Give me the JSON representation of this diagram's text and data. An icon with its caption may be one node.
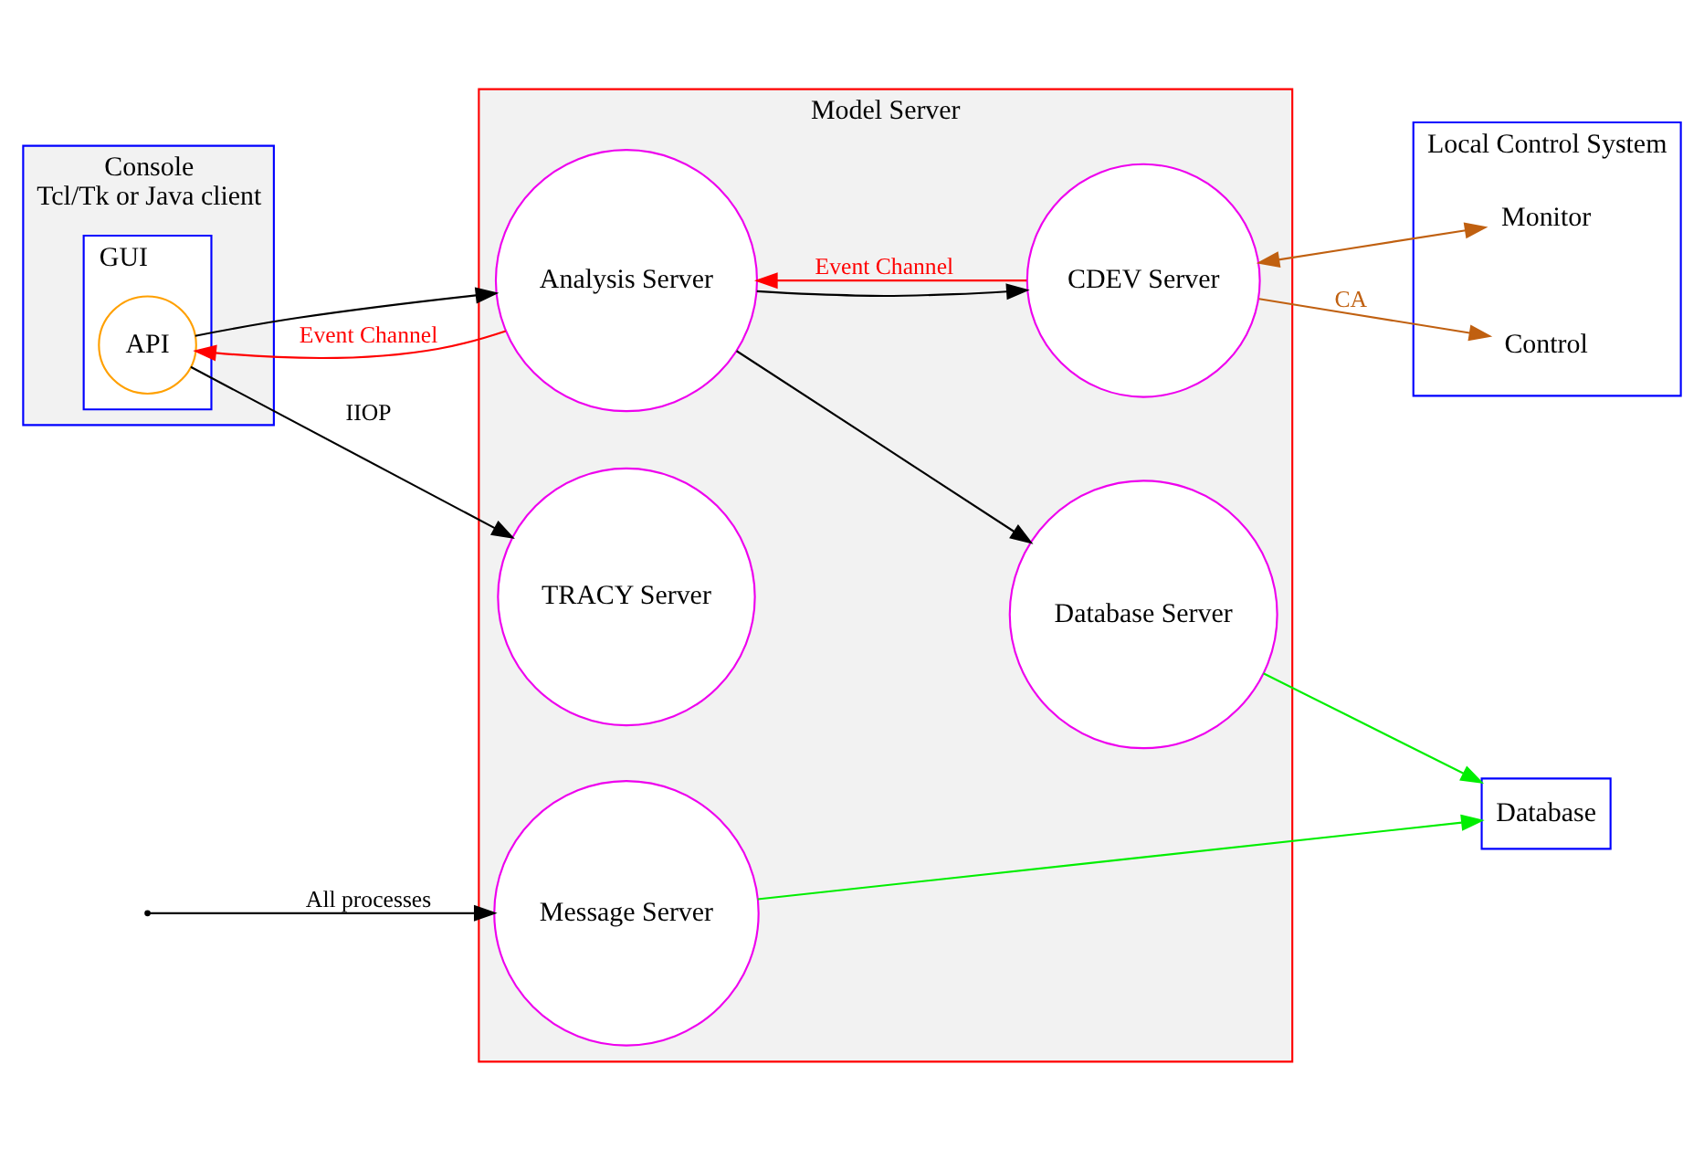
{
  "diagram": {
    "nodes": [
      {
        "text": [
          "Console",
          "Tcl/Tk or Java client"
        ]
      },
      {
        "text": [
          "GUI"
        ],
        "in": 0
      },
      {
        "text": [
          "API"
        ],
        "in": 1
      },
      {
        "text": [
          "Model Server"
        ]
      },
      {
        "text": [
          "TRACY Server"
        ],
        "in": 3
      },
      {
        "text": [
          "Analysis Server"
        ],
        "in": 3
      },
      {
        "text": [
          "Database Server"
        ],
        "in": 3
      },
      {
        "text": [
          "CDEV Server"
        ],
        "in": 3
      },
      {
        "text": [
          "Message Server"
        ],
        "in": 3
      },
      {
        "text": [
          "Local Control System"
        ]
      },
      {
        "text": [
          "Monitor"
        ],
        "in": 9
      },
      {
        "text": [
          "Control"
        ],
        "in": 9
      },
      {
        "text": [
          "Database"
        ]
      }
    ],
    "edges": [
      {
        "from": 2,
        "to": 4,
        "arrow": "to",
        "label": "IIOP"
      },
      {
        "from": 5,
        "to": 2,
        "arrow": "to",
        "label": "Event Channel",
        "color": "#ff0000"
      },
      {
        "from": 2,
        "to": 5,
        "arrow": "to"
      },
      {
        "from": 5,
        "to": 6,
        "arrow": "to"
      },
      {
        "from": 7,
        "to": 5,
        "arrow": "to",
        "label": "Event Channel",
        "color": "#ff0000"
      },
      {
        "from": 5,
        "to": 7,
        "arrow": "to"
      },
      {
        "from": 7,
        "to": 10,
        "arrow": "both",
        "color": "#c06010"
      },
      {
        "from": 7,
        "to": 11,
        "arrow": "to",
        "label": "CA",
        "color": "#c06010"
      },
      {
        "from": 6,
        "to": 12,
        "arrow": "to",
        "color": "#00ee00"
      },
      {
        "from": 8,
        "to": 12,
        "arrow": "to",
        "color": "#00ee00"
      },
      {
        "from": null,
        "to": 8,
        "arrow": "to",
        "label": "All processes"
      }
    ]
  }
}
